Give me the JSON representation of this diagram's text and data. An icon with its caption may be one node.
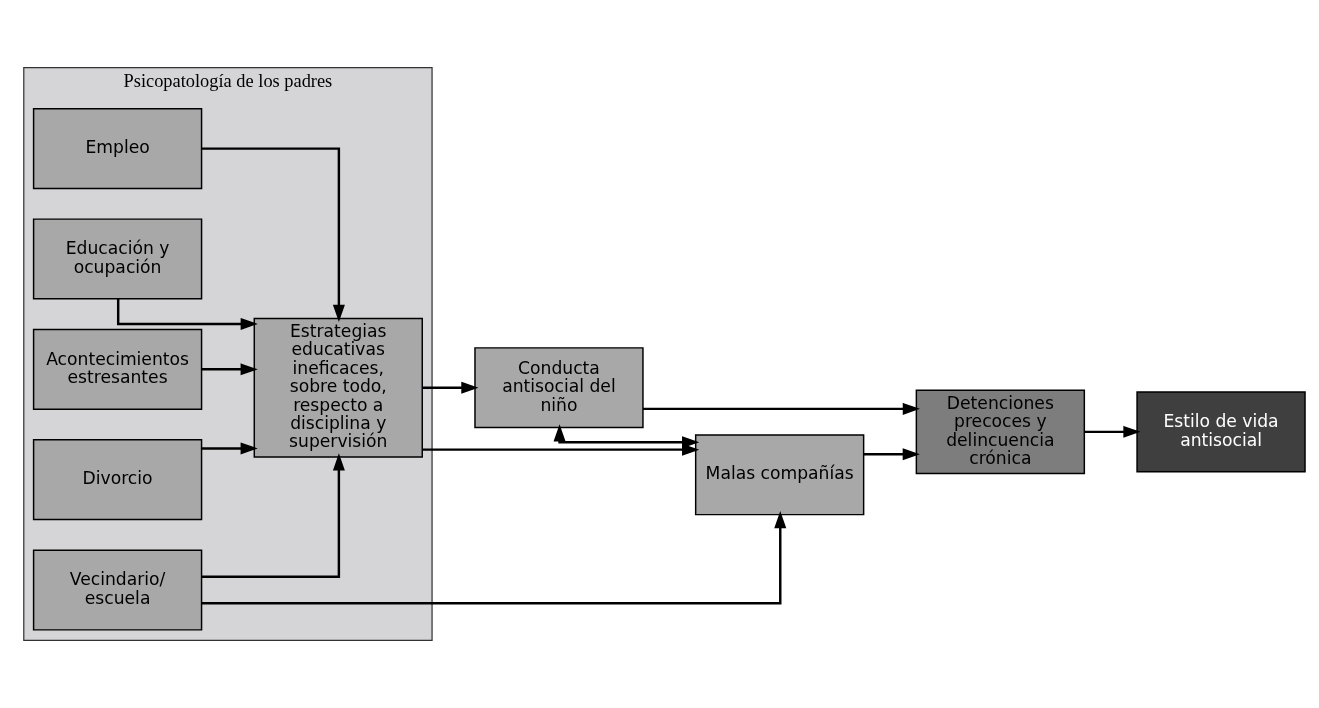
{
  "diagram": {
    "nodes": [
      {
        "text": [
          "Psicopatología de los padres"
        ]
      },
      {
        "text": [
          "Empleo"
        ],
        "in": 0
      },
      {
        "text": [
          "Educación y ocupación"
        ],
        "in": 0
      },
      {
        "text": [
          "Acontecimientos estresantes"
        ],
        "in": 0
      },
      {
        "text": [
          "Divorcio"
        ],
        "in": 0
      },
      {
        "text": [
          "Vecindario/ escuela"
        ],
        "in": 0
      },
      {
        "text": [
          "Estrategias educativas ineficaces, sobre todo, respecto a disciplina y supervisión"
        ],
        "in": 0
      },
      {
        "text": [
          "Conducta antisocial del niño"
        ]
      },
      {
        "text": [
          "Malas compañías"
        ]
      },
      {
        "text": [
          "Detenciones precoces y delincuencia crónica"
        ]
      },
      {
        "text": [
          "Estilo de vida antisocial"
        ]
      }
    ],
    "edges": [
      {
        "from": 1,
        "to": 6,
        "arrow": "to"
      },
      {
        "from": 2,
        "to": 6,
        "arrow": "to"
      },
      {
        "from": 3,
        "to": 6,
        "arrow": "to"
      },
      {
        "from": 4,
        "to": 6,
        "arrow": "to"
      },
      {
        "from": 5,
        "to": 6,
        "arrow": "to"
      },
      {
        "from": 6,
        "to": 7,
        "arrow": "to"
      },
      {
        "from": 6,
        "to": 8,
        "arrow": "to"
      },
      {
        "from": 7,
        "to": 8,
        "arrow": "both"
      },
      {
        "from": 7,
        "to": 9,
        "arrow": "to"
      },
      {
        "from": 8,
        "to": 9,
        "arrow": "to"
      },
      {
        "from": 5,
        "to": 8,
        "arrow": "to"
      },
      {
        "from": 9,
        "to": 10,
        "arrow": "to"
      }
    ]
  }
}
